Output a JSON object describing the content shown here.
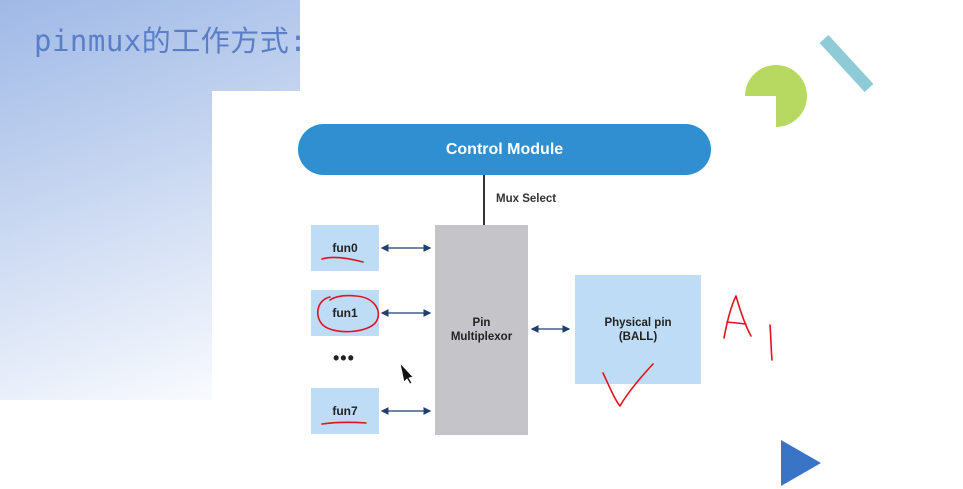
{
  "slide": {
    "title": "pinmux的工作方式:"
  },
  "diagram": {
    "control_module": "Control Module",
    "mux_select": "Mux Select",
    "functions": [
      "fun0",
      "fun1",
      "fun7"
    ],
    "ellipsis": "•••",
    "pin_multiplexor": {
      "line1": "Pin",
      "line2": "Multiplexor"
    },
    "physical_pin": {
      "line1": "Physical pin",
      "line2": "(BALL)"
    }
  },
  "colors": {
    "accent_blue": "#2f8fd0",
    "box_light_blue": "#bfdcf7",
    "mux_gray": "#c5c5c9",
    "annotation_red": "#e0141e",
    "deco_green": "#b7d962",
    "deco_teal": "#8fcbd6",
    "deco_play_blue": "#3a74c6"
  },
  "icons": {
    "deco_pie": "green-pie-icon",
    "deco_bar": "teal-bar-icon",
    "deco_play": "play-triangle-icon",
    "pointer": "arrow-cursor-icon"
  }
}
